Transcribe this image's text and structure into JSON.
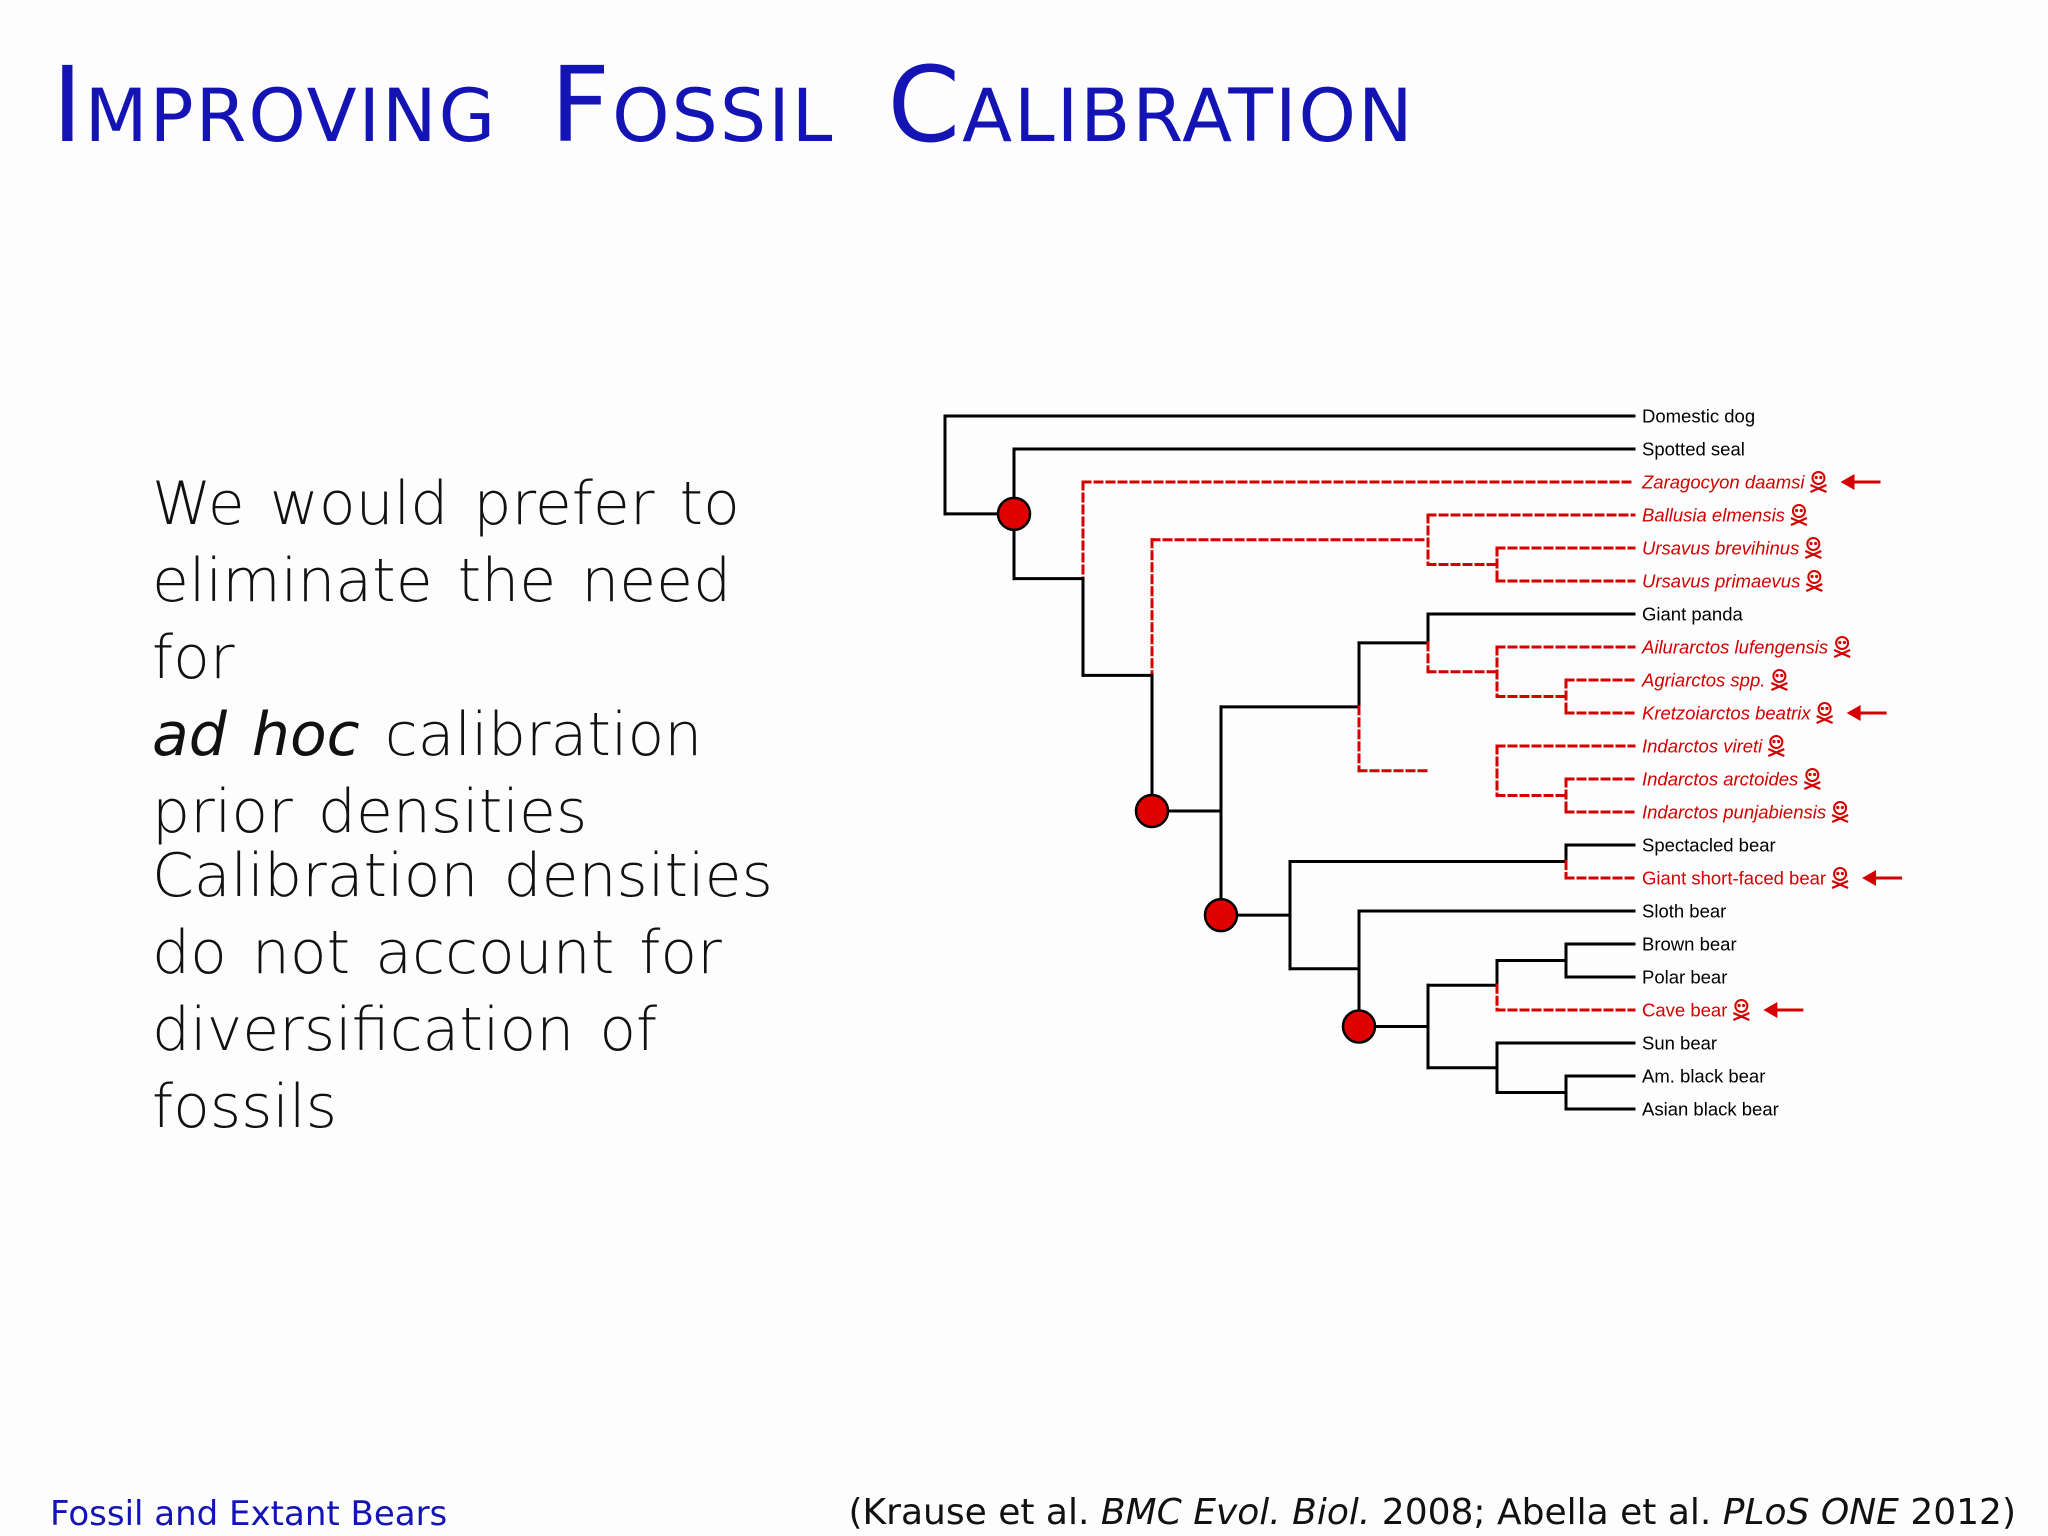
{
  "slide": {
    "title": "Improving Fossil Calibration",
    "bullet1": {
      "line1": "We would prefer to",
      "line2": "eliminate the need for",
      "line3_italic": "ad hoc",
      "line3_rest": " calibration",
      "line4": "prior densities"
    },
    "bullet2": {
      "line1": "Calibration densities",
      "line2": "do not account for",
      "line3": "diversification of fossils"
    },
    "footer_left": "Fossil and Extant Bears",
    "footer_right": {
      "open": "(Krause et al. ",
      "journal1": "BMC Evol. Biol.",
      "mid": " 2008; Abella et al. ",
      "journal2": "PLoS ONE",
      "close": " 2012)"
    }
  },
  "tree": {
    "colors": {
      "extant": "#000000",
      "fossil": "#d40000",
      "node": "#e00000"
    },
    "taxa": [
      {
        "id": "domestic-dog",
        "label": "Domestic dog",
        "fossil": false,
        "arrow": false
      },
      {
        "id": "spotted-seal",
        "label": "Spotted seal",
        "fossil": false,
        "arrow": false
      },
      {
        "id": "zaragocyon-daamsi",
        "label": "Zaragocyon daamsi",
        "fossil": true,
        "arrow": true
      },
      {
        "id": "ballusia-elmensis",
        "label": "Ballusia elmensis",
        "fossil": true,
        "arrow": false
      },
      {
        "id": "ursavus-brevihinus",
        "label": "Ursavus brevihinus",
        "fossil": true,
        "arrow": false
      },
      {
        "id": "ursavus-primaevus",
        "label": "Ursavus primaevus",
        "fossil": true,
        "arrow": false
      },
      {
        "id": "giant-panda",
        "label": "Giant panda",
        "fossil": false,
        "arrow": false
      },
      {
        "id": "ailurarctos-lufengensis",
        "label": "Ailurarctos lufengensis",
        "fossil": true,
        "arrow": false
      },
      {
        "id": "agriarctos-spp",
        "label": "Agriarctos spp.",
        "fossil": true,
        "arrow": false
      },
      {
        "id": "kretzoiarctos-beatrix",
        "label": "Kretzoiarctos beatrix",
        "fossil": true,
        "arrow": true
      },
      {
        "id": "indarctos-vireti",
        "label": "Indarctos vireti",
        "fossil": true,
        "arrow": false
      },
      {
        "id": "indarctos-arctoides",
        "label": "Indarctos arctoides",
        "fossil": true,
        "arrow": false
      },
      {
        "id": "indarctos-punjabiensis",
        "label": "Indarctos punjabiensis",
        "fossil": true,
        "arrow": false
      },
      {
        "id": "spectacled-bear",
        "label": "Spectacled bear",
        "fossil": false,
        "arrow": false
      },
      {
        "id": "giant-short-faced-bear",
        "label": "Giant short-faced bear",
        "fossil": true,
        "arrow": true
      },
      {
        "id": "sloth-bear",
        "label": "Sloth bear",
        "fossil": false,
        "arrow": false
      },
      {
        "id": "brown-bear",
        "label": "Brown bear",
        "fossil": false,
        "arrow": false
      },
      {
        "id": "polar-bear",
        "label": "Polar bear",
        "fossil": false,
        "arrow": false
      },
      {
        "id": "cave-bear",
        "label": "Cave bear",
        "fossil": true,
        "arrow": true
      },
      {
        "id": "sun-bear",
        "label": "Sun bear",
        "fossil": false,
        "arrow": false
      },
      {
        "id": "am-black-bear",
        "label": "Am. black bear",
        "fossil": false,
        "arrow": false
      },
      {
        "id": "asian-black-bear",
        "label": "Asian black bear",
        "fossil": false,
        "arrow": false
      }
    ],
    "calibration_node_count": 4
  }
}
